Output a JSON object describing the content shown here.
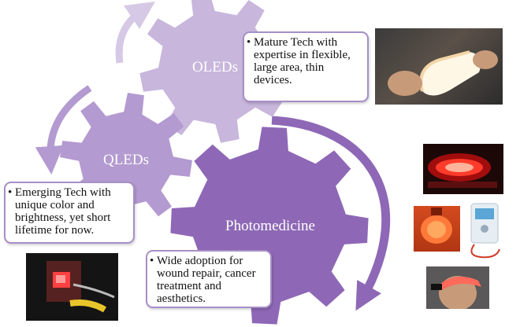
{
  "gears": {
    "oleds": {
      "label": "OLEDs"
    },
    "qleds": {
      "label": "QLEDs"
    },
    "photomedicine": {
      "label": "Photomedicine"
    }
  },
  "boxes": {
    "oleds": {
      "bullet": "•",
      "text": "Mature Tech with expertise in flexible, large area, thin devices."
    },
    "qleds": {
      "bullet": "•",
      "text": "Emerging Tech with unique color and brightness, yet short lifetime for now."
    },
    "photomedicine": {
      "bullet": "•",
      "text": "Wide adoption for wound repair, cancer treatment and aesthetics."
    }
  },
  "photos": [
    {
      "name": "flexible-oled-panel-photo"
    },
    {
      "name": "red-light-therapy-bed-photo"
    },
    {
      "name": "red-light-face-mask-photo"
    },
    {
      "name": "phototherapy-device-photo"
    },
    {
      "name": "head-light-patch-photo"
    },
    {
      "name": "qled-device-photo"
    }
  ],
  "colors": {
    "oleds_gear": "#c8b6dc",
    "qleds_gear": "#b39ad0",
    "photomedicine_gear": "#8e68b6",
    "arrow_light": "#d6c9e6",
    "arrow_mid": "#b39ad0",
    "arrow_dark": "#8e68b6",
    "box_border": "#a78fc7"
  }
}
